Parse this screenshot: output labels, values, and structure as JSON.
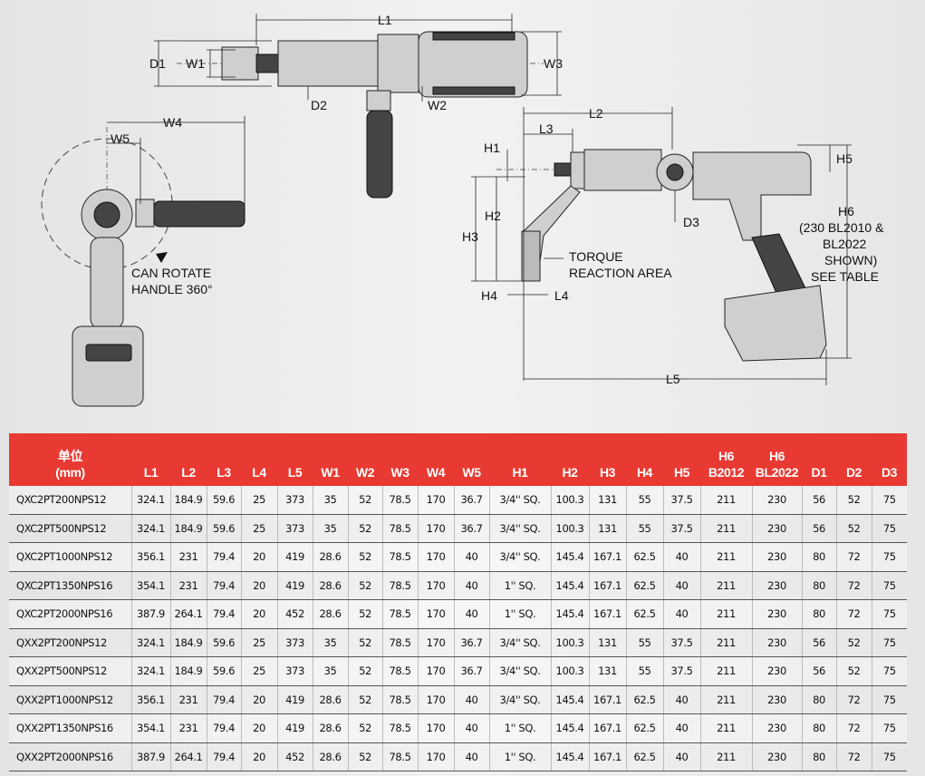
{
  "diagram": {
    "labels": {
      "L1": "L1",
      "L2": "L2",
      "L3": "L3",
      "L4": "L4",
      "L5": "L5",
      "W1": "W1",
      "W2": "W2",
      "W3": "W3",
      "W4": "W4",
      "W5": "W5",
      "D1": "D1",
      "D2": "D2",
      "D3": "D3",
      "H1": "H1",
      "H2": "H2",
      "H3": "H3",
      "H4": "H4",
      "H5": "H5",
      "H6": "H6",
      "h6_note_1": "(230 BL2010 &",
      "h6_note_2": "BL2022",
      "h6_note_3": "SHOWN)",
      "h6_note_4": "SEE TABLE",
      "rotate_1": "CAN ROTATE",
      "rotate_2": "HANDLE 360°",
      "torque_1": "TORQUE",
      "torque_2": "REACTION AREA"
    }
  },
  "table": {
    "unit_label_1": "单位",
    "unit_label_2": "(mm)",
    "headers": [
      "L1",
      "L2",
      "L3",
      "L4",
      "L5",
      "W1",
      "W2",
      "W3",
      "W4",
      "W5",
      "H1",
      "H2",
      "H3",
      "H4",
      "H5",
      "H6\nB2012",
      "H6\nBL2022",
      "D1",
      "D2",
      "D3"
    ],
    "header_top": {
      "h6a": "H6",
      "h6b": "H6"
    },
    "header_bottom": {
      "h6a": "B2012",
      "h6b": "BL2022"
    },
    "rows": [
      [
        "QXC2PT200NPS12",
        "324.1",
        "184.9",
        "59.6",
        "25",
        "373",
        "35",
        "52",
        "78.5",
        "170",
        "36.7",
        "3/4'' SQ.",
        "100.3",
        "131",
        "55",
        "37.5",
        "211",
        "230",
        "56",
        "52",
        "75"
      ],
      [
        "QXC2PT500NPS12",
        "324.1",
        "184.9",
        "59.6",
        "25",
        "373",
        "35",
        "52",
        "78.5",
        "170",
        "36.7",
        "3/4'' SQ.",
        "100.3",
        "131",
        "55",
        "37.5",
        "211",
        "230",
        "56",
        "52",
        "75"
      ],
      [
        "QXC2PT1000NPS12",
        "356.1",
        "231",
        "79.4",
        "20",
        "419",
        "28.6",
        "52",
        "78.5",
        "170",
        "40",
        "3/4'' SQ.",
        "145.4",
        "167.1",
        "62.5",
        "40",
        "211",
        "230",
        "80",
        "72",
        "75"
      ],
      [
        "QXC2PT1350NPS16",
        "354.1",
        "231",
        "79.4",
        "20",
        "419",
        "28.6",
        "52",
        "78.5",
        "170",
        "40",
        "1'' SQ.",
        "145.4",
        "167.1",
        "62.5",
        "40",
        "211",
        "230",
        "80",
        "72",
        "75"
      ],
      [
        "QXC2PT2000NPS16",
        "387.9",
        "264.1",
        "79.4",
        "20",
        "452",
        "28.6",
        "52",
        "78.5",
        "170",
        "40",
        "1'' SQ.",
        "145.4",
        "167.1",
        "62.5",
        "40",
        "211",
        "230",
        "80",
        "72",
        "75"
      ],
      [
        "QXX2PT200NPS12",
        "324.1",
        "184.9",
        "59.6",
        "25",
        "373",
        "35",
        "52",
        "78.5",
        "170",
        "36.7",
        "3/4'' SQ.",
        "100.3",
        "131",
        "55",
        "37.5",
        "211",
        "230",
        "56",
        "52",
        "75"
      ],
      [
        "QXX2PT500NPS12",
        "324.1",
        "184.9",
        "59.6",
        "25",
        "373",
        "35",
        "52",
        "78.5",
        "170",
        "36.7",
        "3/4'' SQ.",
        "100.3",
        "131",
        "55",
        "37.5",
        "211",
        "230",
        "56",
        "52",
        "75"
      ],
      [
        "QXX2PT1000NPS12",
        "356.1",
        "231",
        "79.4",
        "20",
        "419",
        "28.6",
        "52",
        "78.5",
        "170",
        "40",
        "3/4'' SQ.",
        "145.4",
        "167.1",
        "62.5",
        "40",
        "211",
        "230",
        "80",
        "72",
        "75"
      ],
      [
        "QXX2PT1350NPS16",
        "354.1",
        "231",
        "79.4",
        "20",
        "419",
        "28.6",
        "52",
        "78.5",
        "170",
        "40",
        "1'' SQ.",
        "145.4",
        "167.1",
        "62.5",
        "40",
        "211",
        "230",
        "80",
        "72",
        "75"
      ],
      [
        "QXX2PT2000NPS16",
        "387.9",
        "264.1",
        "79.4",
        "20",
        "452",
        "28.6",
        "52",
        "78.5",
        "170",
        "40",
        "1'' SQ.",
        "145.4",
        "167.1",
        "62.5",
        "40",
        "211",
        "230",
        "80",
        "72",
        "75"
      ]
    ]
  }
}
